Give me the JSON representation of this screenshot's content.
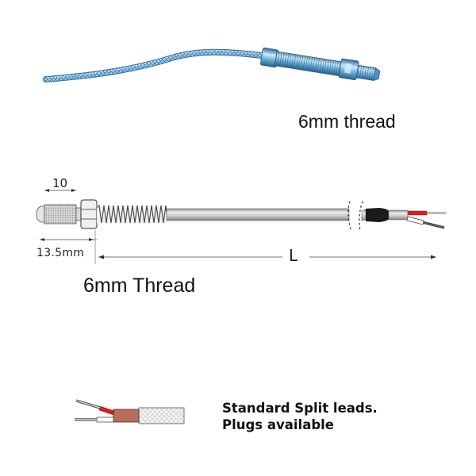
{
  "photo": {
    "caption": "6mm thread",
    "colors": {
      "metal": "#5aa8d6",
      "metal_dark": "#2f6f9f",
      "metal_light": "#cfe8f7"
    }
  },
  "drawing": {
    "dim_thread_length": "10",
    "dim_nut_offset": "13.5mm",
    "dim_length": "L",
    "caption": "6mm Thread",
    "colors": {
      "sheath": "#b9b9b9",
      "sheath_dark": "#7d7d7d",
      "boot": "#1a1a1a",
      "red_lead": "#d91f1f",
      "white_lead": "#ffffff"
    }
  },
  "leads": {
    "line1": "Standard Split leads.",
    "line2": "Plugs available",
    "colors": {
      "jacket": "#b5705a",
      "red": "#d91f1f",
      "braid": "#f2f2f2"
    }
  }
}
